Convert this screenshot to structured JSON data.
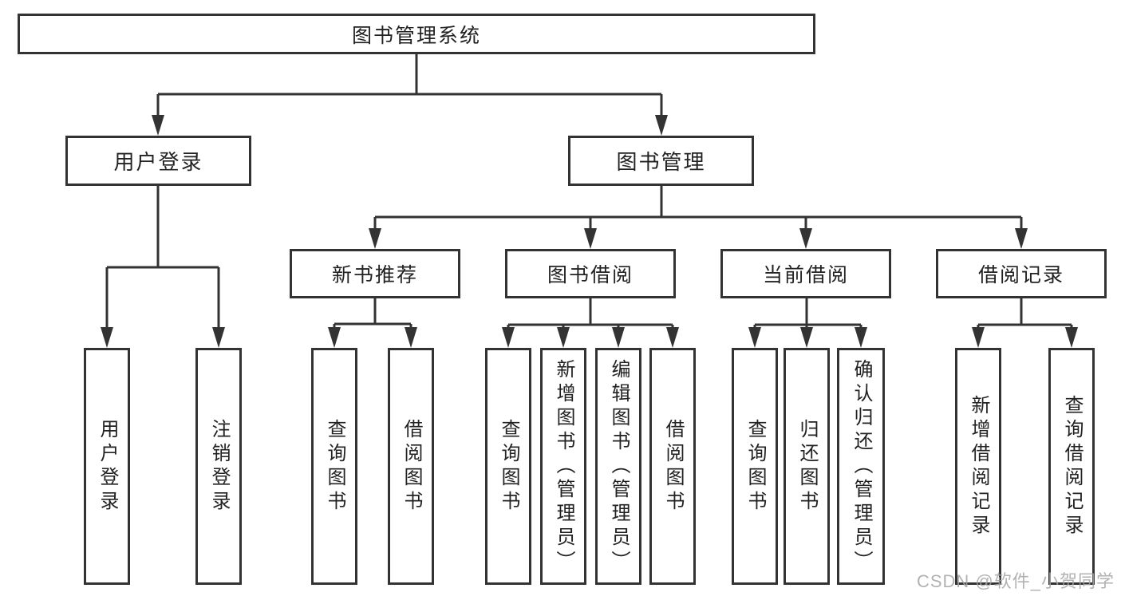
{
  "diagram": {
    "root": {
      "label": "图书管理系统"
    },
    "level2": {
      "user_login": {
        "label": "用户登录"
      },
      "book_management": {
        "label": "图书管理"
      }
    },
    "level3": {
      "new_book_recommend": {
        "label": "新书推荐"
      },
      "book_borrowing": {
        "label": "图书借阅"
      },
      "current_borrowing": {
        "label": "当前借阅"
      },
      "borrowing_records": {
        "label": "借阅记录"
      }
    },
    "leaves": {
      "user_login": "用户登录",
      "logout": "注销登录",
      "nbr_query_books": "查询图书",
      "nbr_borrow_books": "借阅图书",
      "bb_query_books": "查询图书",
      "bb_add_books": "新增图书（管理员）",
      "bb_edit_books": "编辑图书（管理员）",
      "bb_borrow_books": "借阅图书",
      "cb_query_books": "查询图书",
      "cb_return_books": "归还图书",
      "cb_confirm_return": "确认归还（管理员）",
      "br_add_record": "新增借阅记录",
      "br_query_record": "查询借阅记录"
    }
  },
  "watermark": "CSDN @软件_小贺同学",
  "colors": {
    "line": "#333333",
    "box_border": "#333333",
    "box_fill": "#ffffff",
    "text": "#222222",
    "watermark": "#a5a5a5"
  }
}
